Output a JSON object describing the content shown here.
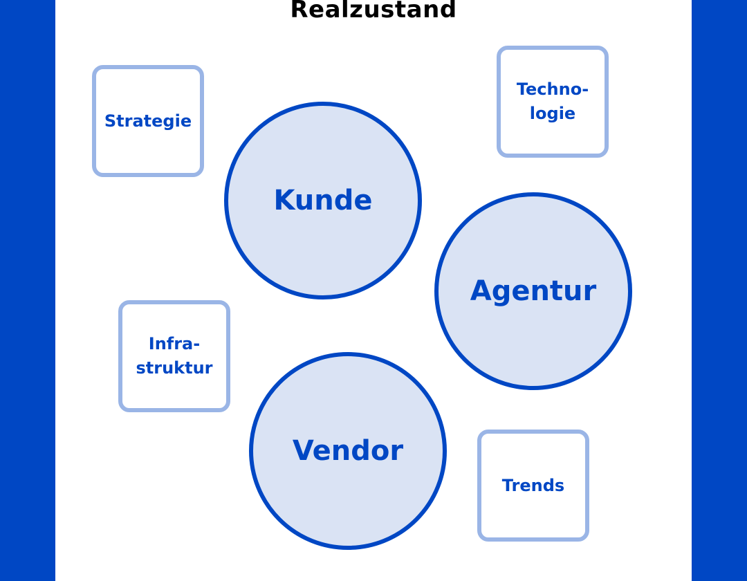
{
  "title": "Realzustand",
  "actors": [
    {
      "label": "Kunde"
    },
    {
      "label": "Agentur"
    },
    {
      "label": "Vendor"
    }
  ],
  "factors": [
    {
      "label": "Strategie"
    },
    {
      "label": "Techno-\nlogie"
    },
    {
      "label": "Infra-\nstruktur"
    },
    {
      "label": "Trends"
    }
  ],
  "colors": {
    "accent_blue": "#0047c4",
    "circle_fill": "#dae3f4",
    "box_border": "#9ab5e6",
    "background": "#ffffff"
  }
}
